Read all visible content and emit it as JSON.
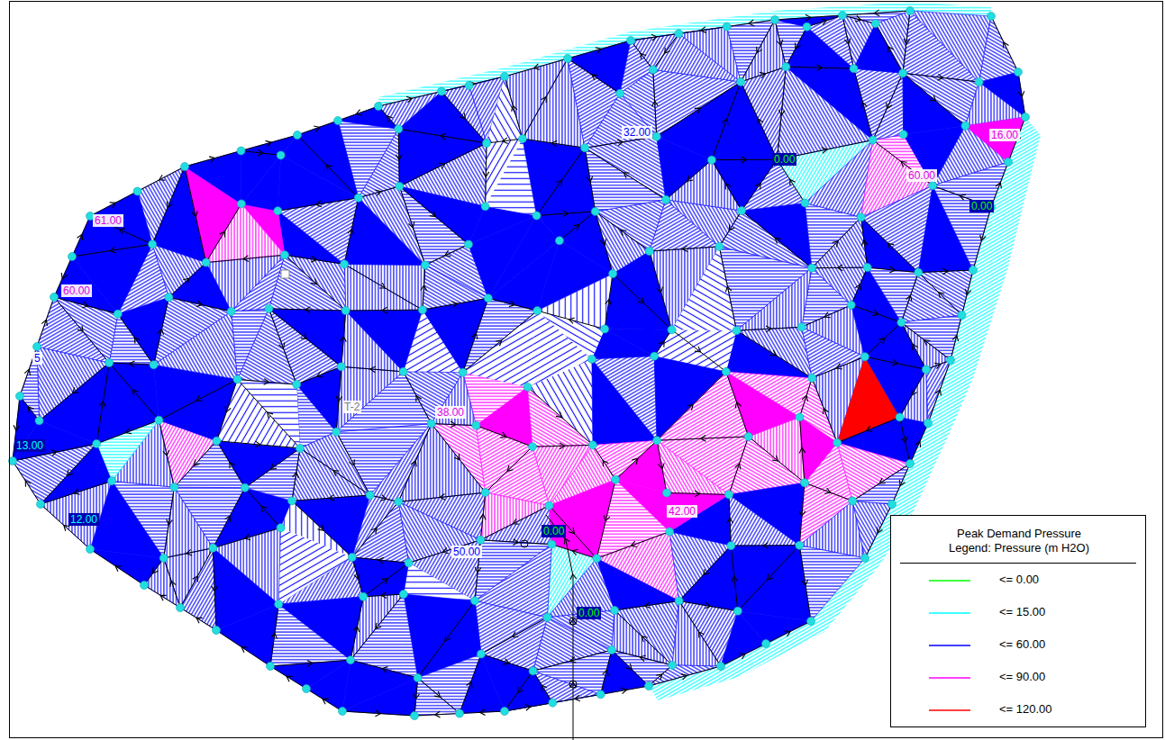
{
  "diagram": {
    "labels": [
      "32.00",
      "0.00",
      "16.00",
      "60.00",
      "0.00",
      "61.00",
      "60.00",
      "5",
      "T-2",
      "38.00",
      "13.00",
      "42.00",
      "12.00",
      "0.00",
      "50.00",
      "0.00",
      "Peak Demand Pressure Legend: Pressure (m H2O)"
    ],
    "legend": [
      {
        "text": "<= 0.00",
        "color": "#00ff00"
      },
      {
        "text": "<= 15.00",
        "color": "#00ffff"
      },
      {
        "text": "<= 60.00",
        "color": "#0000ff"
      },
      {
        "text": "<= 90.00",
        "color": "#ff00ff"
      },
      {
        "text": "<= 120.00",
        "color": "#ff0000"
      }
    ]
  }
}
